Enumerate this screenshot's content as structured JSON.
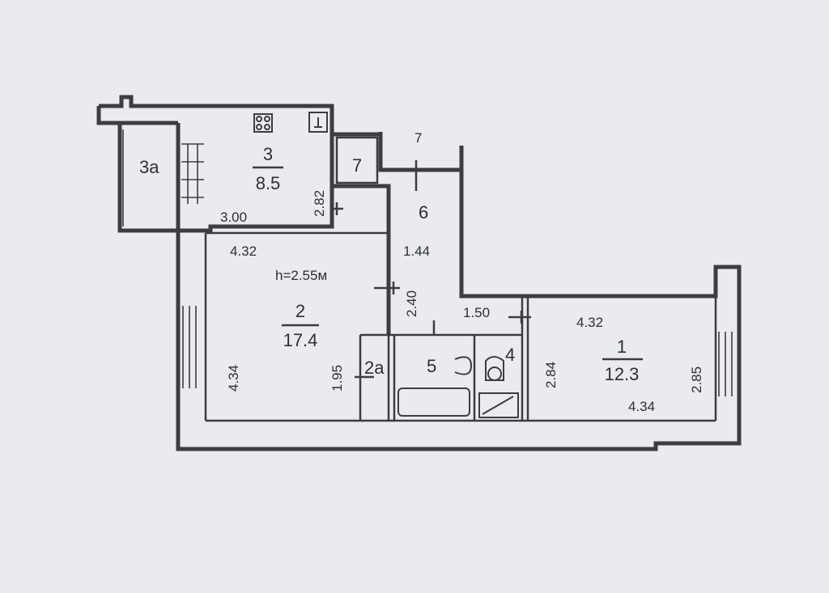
{
  "rooms": {
    "r3a": {
      "number": "3а"
    },
    "r3": {
      "number": "3",
      "area": "8.5"
    },
    "r7": {
      "number": "7"
    },
    "r7_top": {
      "number": "7"
    },
    "r6": {
      "number": "6"
    },
    "r2": {
      "number": "2",
      "area": "17.4"
    },
    "r2a": {
      "number": "2а"
    },
    "r5": {
      "number": "5"
    },
    "r4": {
      "number": "4"
    },
    "r1": {
      "number": "1",
      "area": "12.3"
    }
  },
  "dimensions": {
    "kitchen_width": "3.00",
    "kitchen_depth": "2.82",
    "living_top": "4.32",
    "living_side": "4.34",
    "ceiling_height": "h=2.55м",
    "corridor_a": "1.44",
    "corridor_b": "2.40",
    "closet_2a": "1.95",
    "hall_1_50": "1.50",
    "room1_top": "4.32",
    "room1_bottom": "4.34",
    "room1_left": "2.84",
    "room1_right": "2.85"
  }
}
